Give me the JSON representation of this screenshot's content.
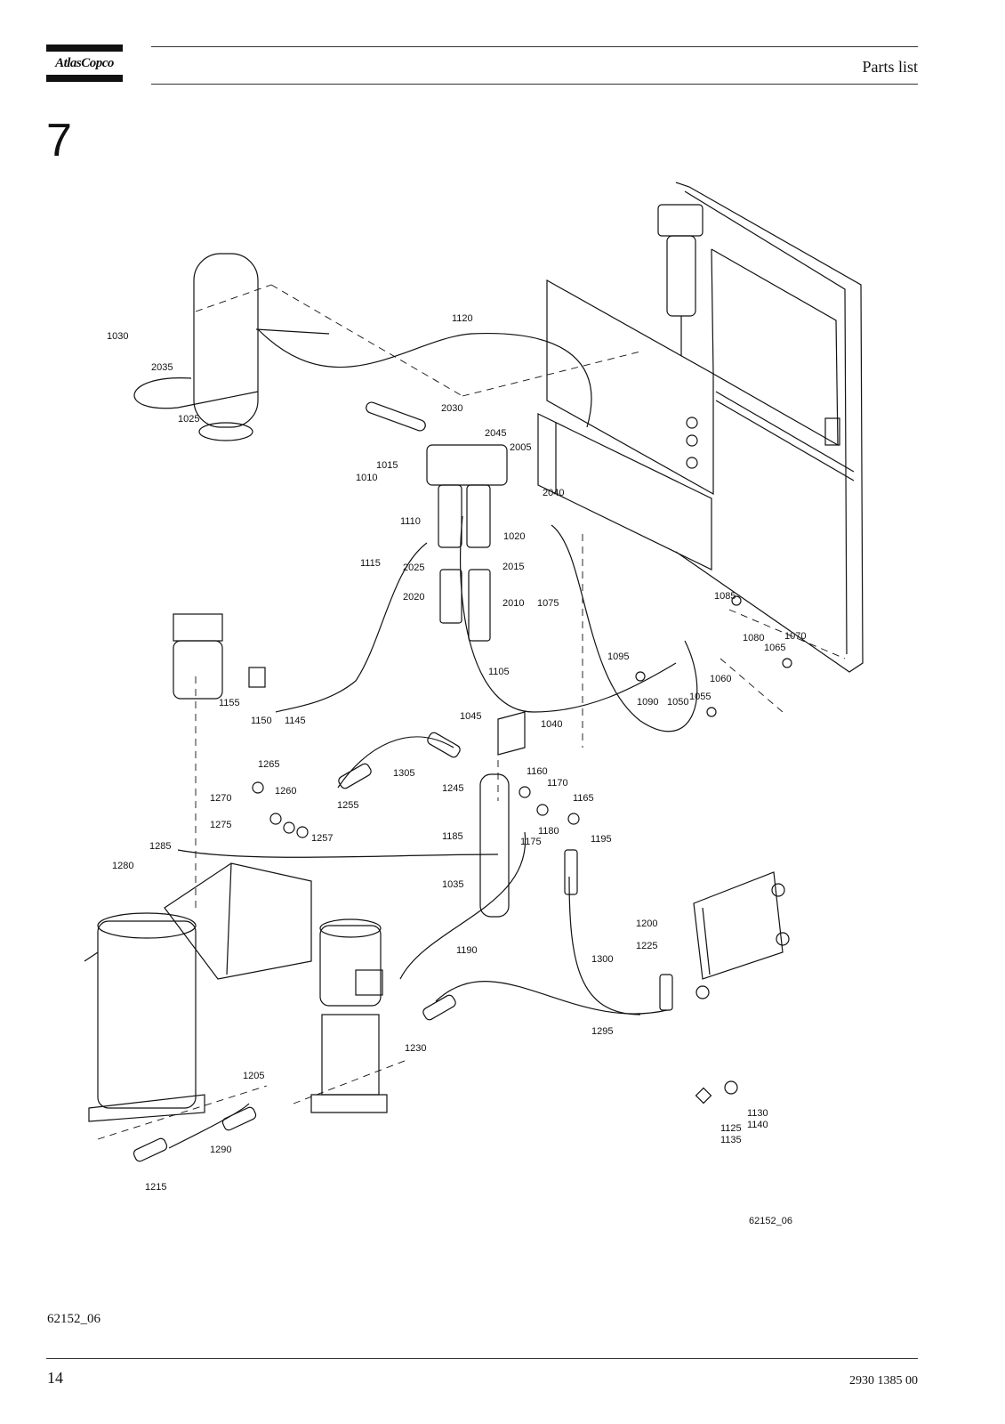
{
  "header": {
    "brand": "AtlasCopco",
    "title": "Parts list"
  },
  "section_number": "7",
  "figure": {
    "code": "62152_06",
    "labels": [
      {
        "id": "l1030",
        "text": "1030"
      },
      {
        "id": "l2035",
        "text": "2035"
      },
      {
        "id": "l1025",
        "text": "1025"
      },
      {
        "id": "l1120",
        "text": "1120"
      },
      {
        "id": "l2030",
        "text": "2030"
      },
      {
        "id": "l2045",
        "text": "2045"
      },
      {
        "id": "l2005",
        "text": "2005"
      },
      {
        "id": "l1015",
        "text": "1015"
      },
      {
        "id": "l1010",
        "text": "1010"
      },
      {
        "id": "l2040",
        "text": "2040"
      },
      {
        "id": "l1110",
        "text": "1110"
      },
      {
        "id": "l1020",
        "text": "1020"
      },
      {
        "id": "l1115",
        "text": "1115"
      },
      {
        "id": "l2025",
        "text": "2025"
      },
      {
        "id": "l2015",
        "text": "2015"
      },
      {
        "id": "l2020",
        "text": "2020"
      },
      {
        "id": "l2010",
        "text": "2010"
      },
      {
        "id": "l1075",
        "text": "1075"
      },
      {
        "id": "l1085",
        "text": "1085"
      },
      {
        "id": "l1080",
        "text": "1080"
      },
      {
        "id": "l1070",
        "text": "1070"
      },
      {
        "id": "l1065",
        "text": "1065"
      },
      {
        "id": "l1105",
        "text": "1105"
      },
      {
        "id": "l1095",
        "text": "1095"
      },
      {
        "id": "l1090",
        "text": "1090"
      },
      {
        "id": "l1060",
        "text": "1060"
      },
      {
        "id": "l1055",
        "text": "1055"
      },
      {
        "id": "l1050",
        "text": "1050"
      },
      {
        "id": "l1155",
        "text": "1155"
      },
      {
        "id": "l1150",
        "text": "1150"
      },
      {
        "id": "l1145",
        "text": "1145"
      },
      {
        "id": "l1045",
        "text": "1045"
      },
      {
        "id": "l1040",
        "text": "1040"
      },
      {
        "id": "l1265",
        "text": "1265"
      },
      {
        "id": "l1305",
        "text": "1305"
      },
      {
        "id": "l1260",
        "text": "1260"
      },
      {
        "id": "l1270",
        "text": "1270"
      },
      {
        "id": "l1255",
        "text": "1255"
      },
      {
        "id": "l1245",
        "text": "1245"
      },
      {
        "id": "l1160",
        "text": "1160"
      },
      {
        "id": "l1170",
        "text": "1170"
      },
      {
        "id": "l1165",
        "text": "1165"
      },
      {
        "id": "l1275",
        "text": "1275"
      },
      {
        "id": "l1257",
        "text": "1257"
      },
      {
        "id": "l1185",
        "text": "1185"
      },
      {
        "id": "l1180",
        "text": "1180"
      },
      {
        "id": "l1175",
        "text": "1175"
      },
      {
        "id": "l1195",
        "text": "1195"
      },
      {
        "id": "l1285",
        "text": "1285"
      },
      {
        "id": "l1280",
        "text": "1280"
      },
      {
        "id": "l1035",
        "text": "1035"
      },
      {
        "id": "l1200",
        "text": "1200"
      },
      {
        "id": "l1225",
        "text": "1225"
      },
      {
        "id": "l1190",
        "text": "1190"
      },
      {
        "id": "l1300",
        "text": "1300"
      },
      {
        "id": "l1295",
        "text": "1295"
      },
      {
        "id": "l1230",
        "text": "1230"
      },
      {
        "id": "l1205",
        "text": "1205"
      },
      {
        "id": "l1130",
        "text": "1130"
      },
      {
        "id": "l1140",
        "text": "1140"
      },
      {
        "id": "l1125",
        "text": "1125"
      },
      {
        "id": "l1135",
        "text": "1135"
      },
      {
        "id": "l1290",
        "text": "1290"
      },
      {
        "id": "l1215",
        "text": "1215"
      }
    ]
  },
  "footer": {
    "figure_code": "62152_06",
    "page_number": "14",
    "document_number": "2930 1385 00"
  }
}
